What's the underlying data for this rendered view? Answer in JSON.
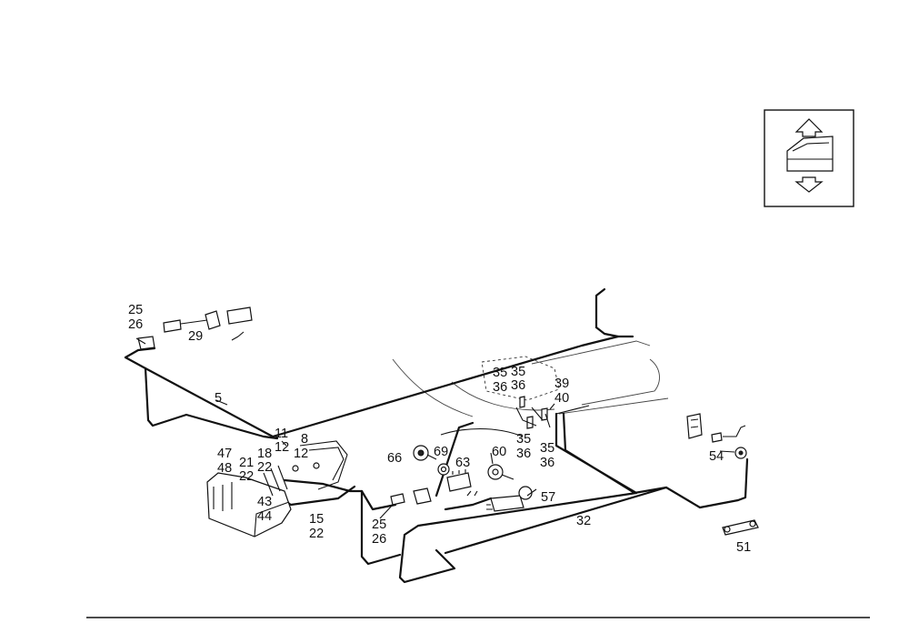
{
  "callouts": [
    {
      "id": "c-25a",
      "text": "25"
    },
    {
      "id": "c-26a",
      "text": "26"
    },
    {
      "id": "c-29",
      "text": "29"
    },
    {
      "id": "c-5",
      "text": "5"
    },
    {
      "id": "c-11",
      "text": "11"
    },
    {
      "id": "c-8",
      "text": "8"
    },
    {
      "id": "c-12a",
      "text": "12"
    },
    {
      "id": "c-18",
      "text": "18"
    },
    {
      "id": "c-12b",
      "text": "12"
    },
    {
      "id": "c-47",
      "text": "47"
    },
    {
      "id": "c-48",
      "text": "48"
    },
    {
      "id": "c-21",
      "text": "21"
    },
    {
      "id": "c-22a",
      "text": "22"
    },
    {
      "id": "c-22b",
      "text": "22"
    },
    {
      "id": "c-43",
      "text": "43"
    },
    {
      "id": "c-44",
      "text": "44"
    },
    {
      "id": "c-15",
      "text": "15"
    },
    {
      "id": "c-22c",
      "text": "22"
    },
    {
      "id": "c-66",
      "text": "66"
    },
    {
      "id": "c-69",
      "text": "69"
    },
    {
      "id": "c-63",
      "text": "63"
    },
    {
      "id": "c-60",
      "text": "60"
    },
    {
      "id": "c-25b",
      "text": "25"
    },
    {
      "id": "c-26b",
      "text": "26"
    },
    {
      "id": "c-57",
      "text": "57"
    },
    {
      "id": "c-32",
      "text": "32"
    },
    {
      "id": "c-35a",
      "text": "35"
    },
    {
      "id": "c-35b",
      "text": "35"
    },
    {
      "id": "c-36a",
      "text": "36"
    },
    {
      "id": "c-36b",
      "text": "36"
    },
    {
      "id": "c-39",
      "text": "39"
    },
    {
      "id": "c-40",
      "text": "40"
    },
    {
      "id": "c-35c",
      "text": "35"
    },
    {
      "id": "c-36c",
      "text": "36"
    },
    {
      "id": "c-35d",
      "text": "35"
    },
    {
      "id": "c-36d",
      "text": "36"
    },
    {
      "id": "c-54",
      "text": "54"
    },
    {
      "id": "c-51",
      "text": "51"
    }
  ],
  "icons": {
    "orientation": "vehicle-front-orientation-icon"
  }
}
